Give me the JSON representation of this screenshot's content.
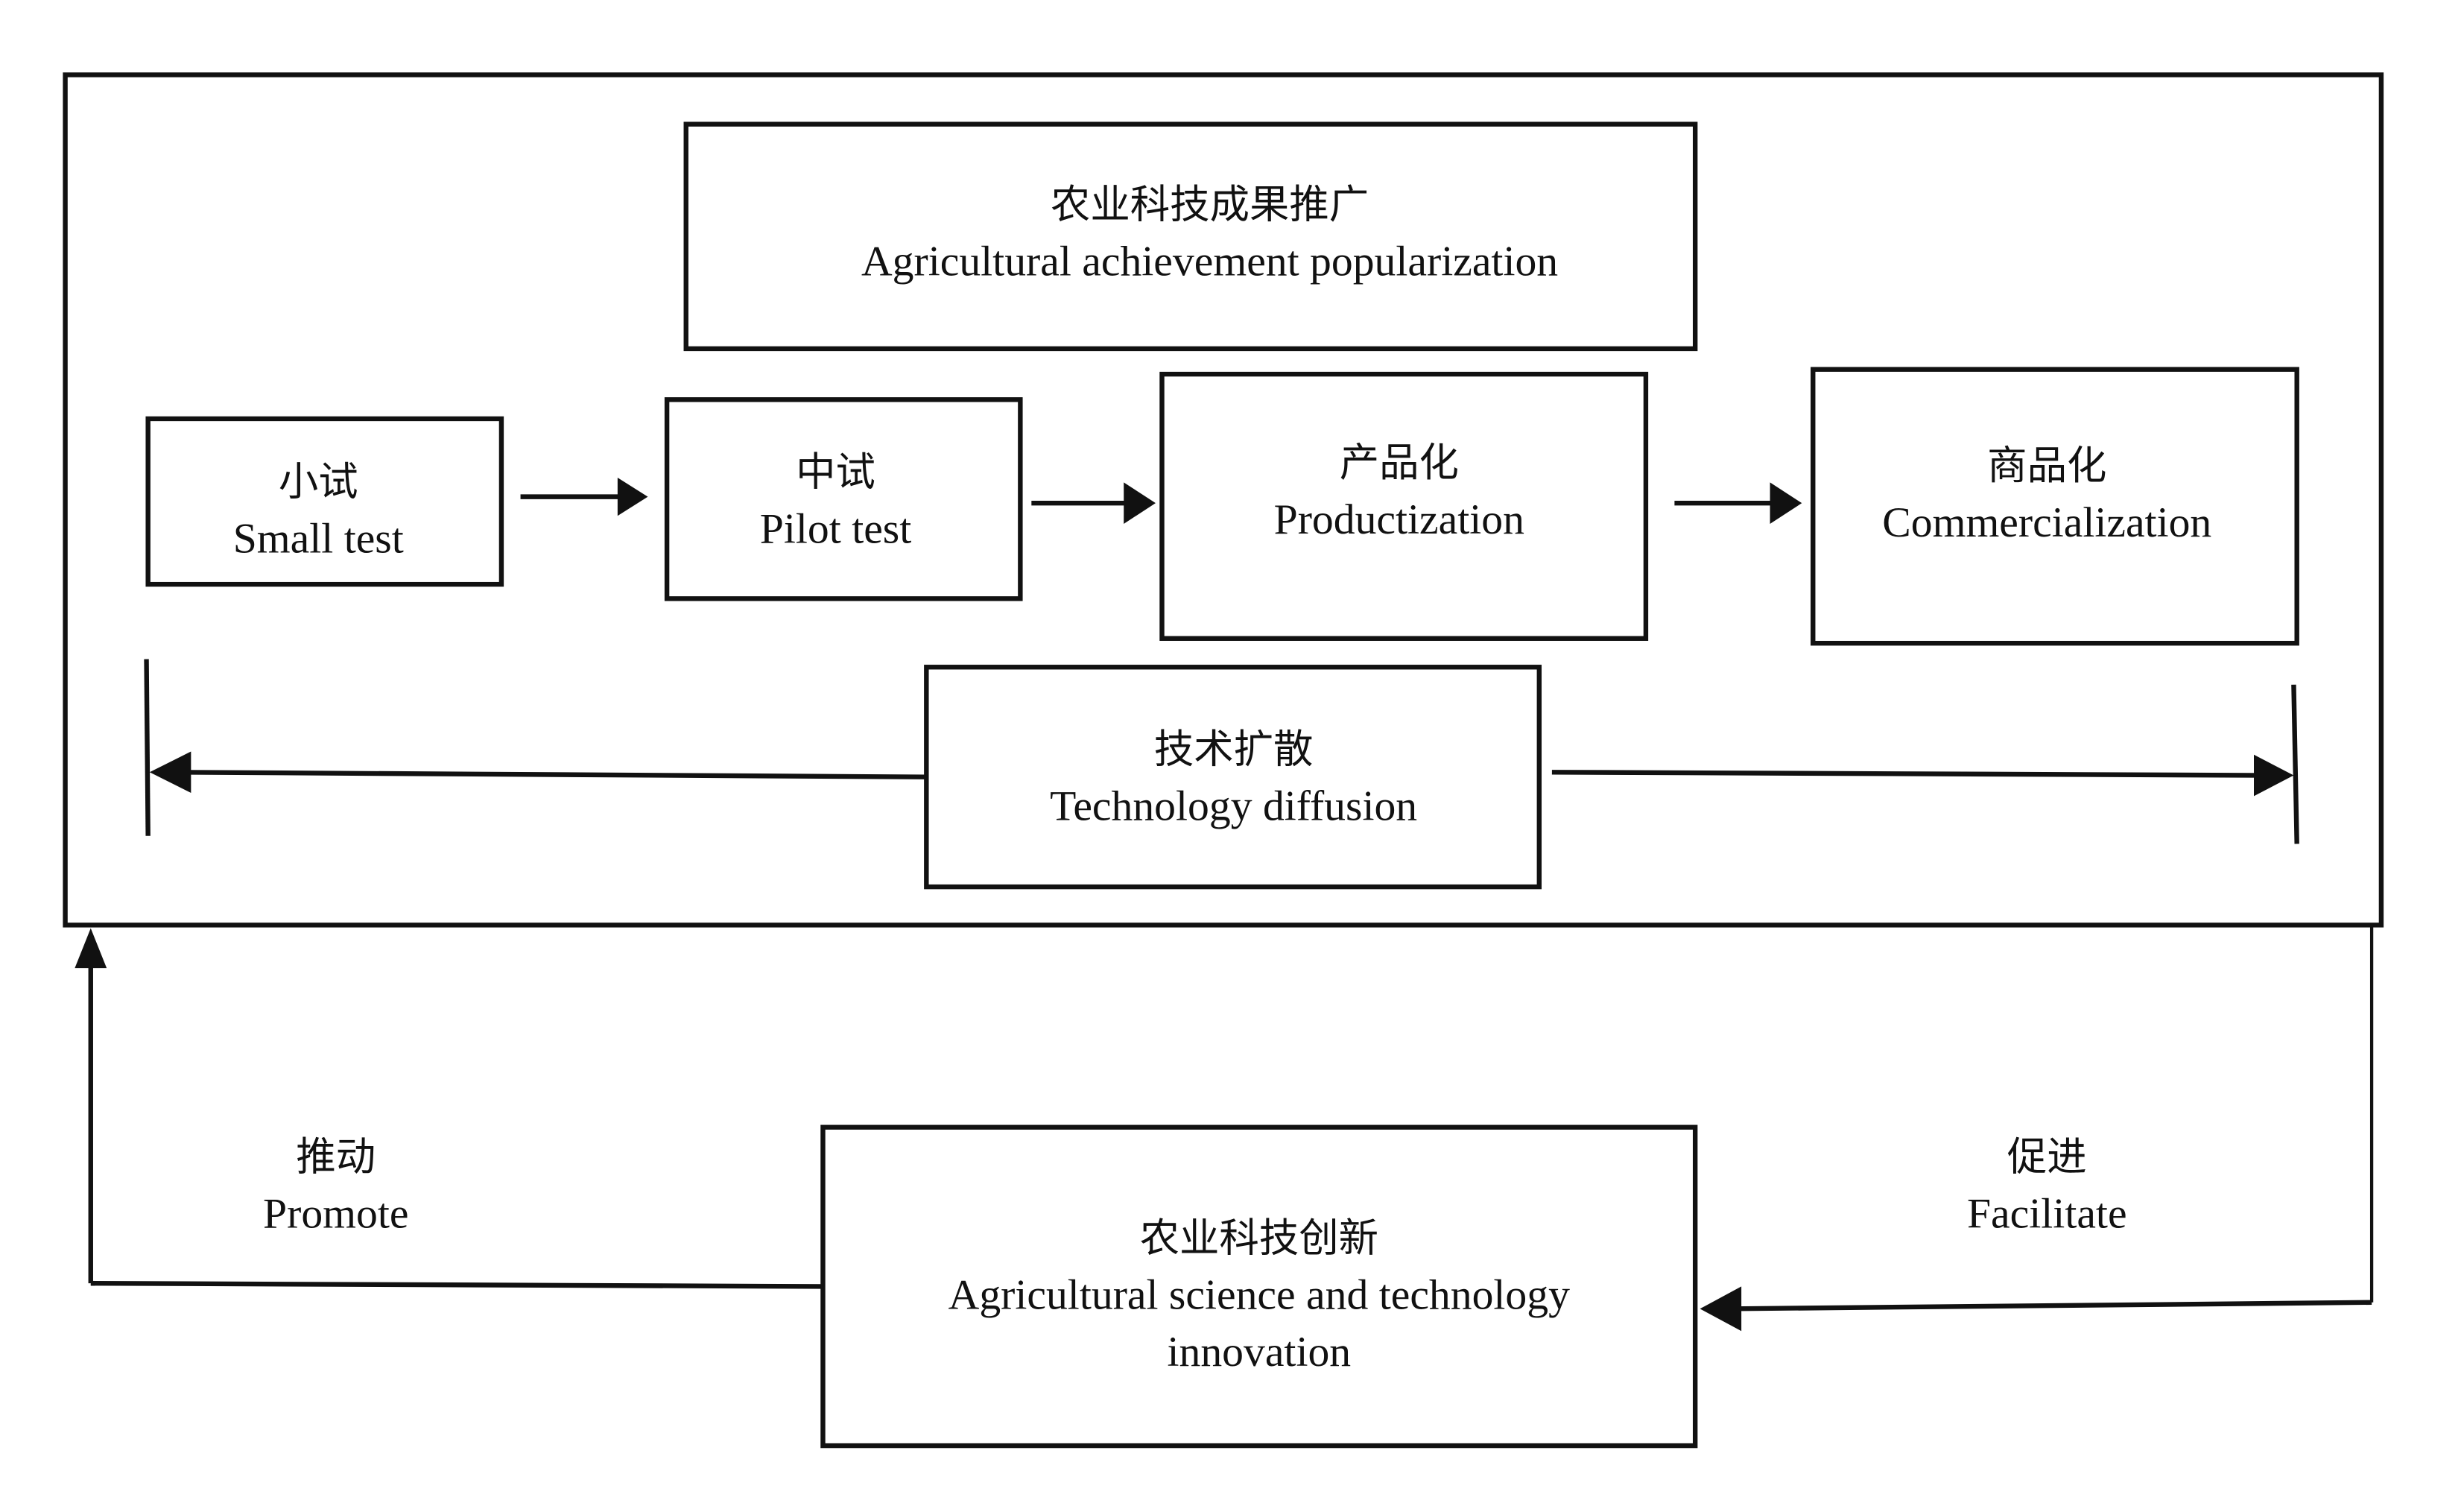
{
  "diagram": {
    "popularization": {
      "zh": "农业科技成果推广",
      "en": "Agricultural achievement popularization"
    },
    "stages": [
      {
        "zh": "小试",
        "en": "Small test"
      },
      {
        "zh": "中试",
        "en": "Pilot test"
      },
      {
        "zh": "产品化",
        "en": "Productization"
      },
      {
        "zh": "商品化",
        "en": "Commercialization"
      }
    ],
    "diffusion": {
      "zh": "技术扩散",
      "en": "Technology diffusion"
    },
    "innovation": {
      "zh": "农业科技创新",
      "en_line1": "Agricultural science and technology",
      "en_line2": "innovation"
    },
    "promote": {
      "zh": "推动",
      "en": "Promote"
    },
    "facilitate": {
      "zh": "促进",
      "en": "Facilitate"
    }
  }
}
